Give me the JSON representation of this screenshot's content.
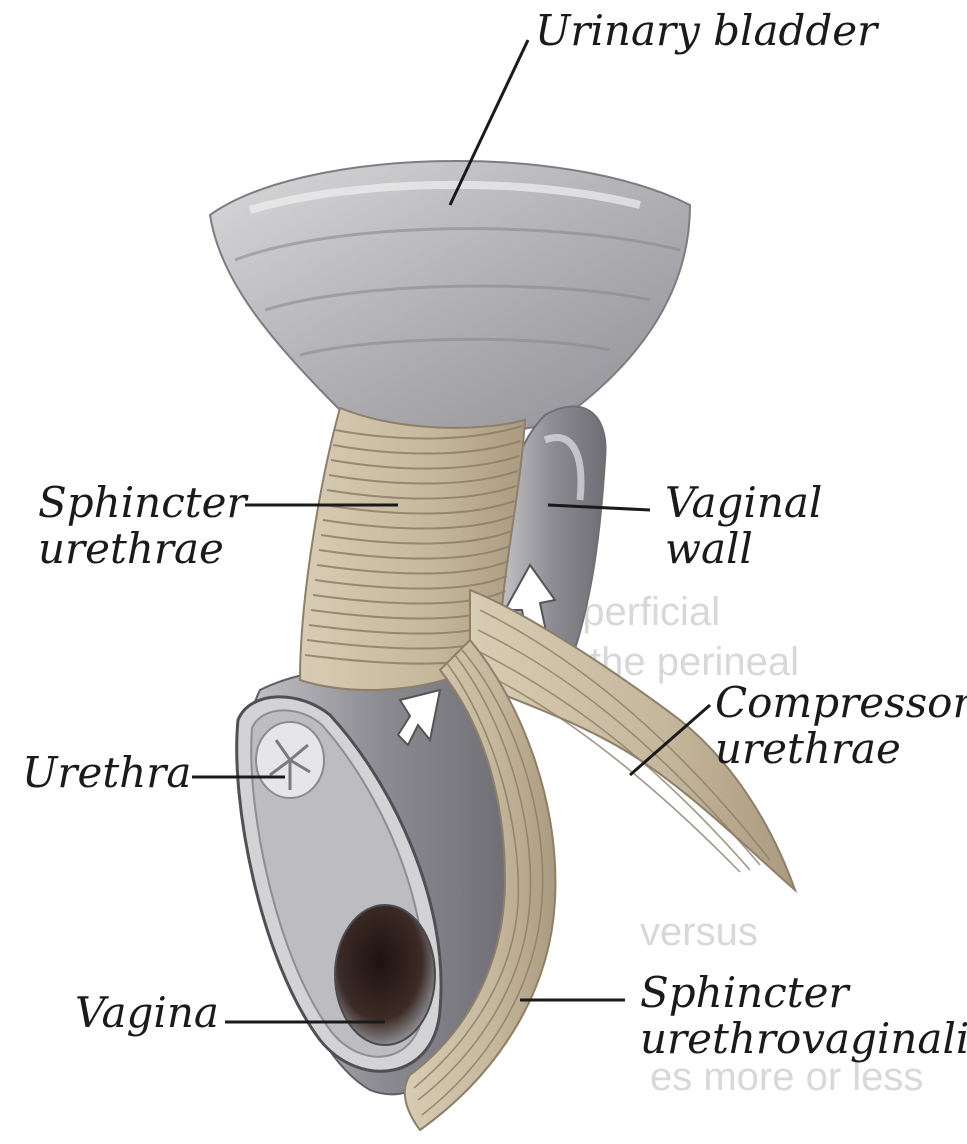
{
  "labels": {
    "urinary_bladder": "Urinary bladder",
    "sphincter_urethrae": [
      "Sphincter",
      "urethrae"
    ],
    "vaginal_wall": [
      "Vaginal",
      "wall"
    ],
    "compressor_urethrae": [
      "Compressor",
      "urethrae"
    ],
    "urethra": "Urethra",
    "vagina": "Vagina",
    "sphincter_urethrovaginalis": [
      "Sphincter",
      "urethrovaginalis"
    ]
  },
  "bleed_through_text": [
    "superficial",
    "the perineal",
    "versus",
    "es more or less"
  ],
  "colors": {
    "bladder": "#b9b9bd",
    "muscle": "#cdbfa6",
    "muscle_stripe": "#8d7f68",
    "tissue": "#a3a3a8",
    "lumen": "#3a2a25",
    "ink": "#1a1a1a"
  }
}
